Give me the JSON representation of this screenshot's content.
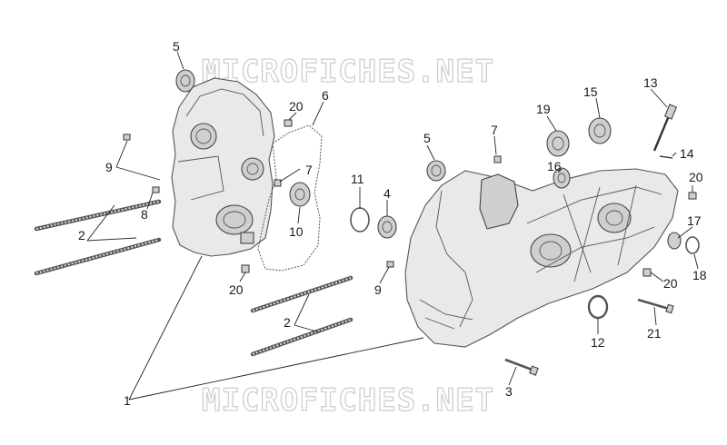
{
  "watermark": {
    "top": "MICROFICHES.NET",
    "bottom": "MICROFICHES.NET"
  },
  "callouts": {
    "c1": "1",
    "c2a": "2",
    "c2b": "2",
    "c3": "3",
    "c4": "4",
    "c5a": "5",
    "c5b": "5",
    "c6": "6",
    "c7a": "7",
    "c7b": "7",
    "c8": "8",
    "c9a": "9",
    "c9b": "9",
    "c10": "10",
    "c11": "11",
    "c12": "12",
    "c13": "13",
    "c14": "14",
    "c15": "15",
    "c16": "16",
    "c17": "17",
    "c18": "18",
    "c19": "19",
    "c20a": "20",
    "c20b": "20",
    "c20c": "20",
    "c20d": "20",
    "c21": "21"
  }
}
